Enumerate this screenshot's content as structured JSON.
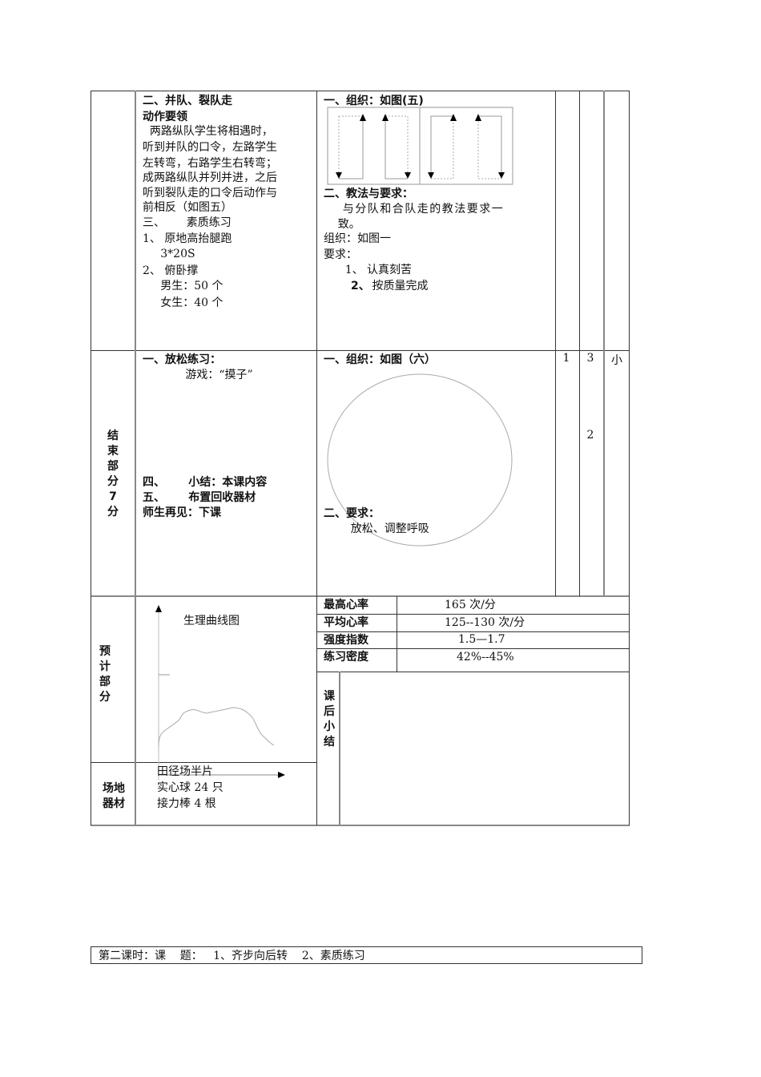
{
  "section_walk": {
    "title": "二、并队、裂队走",
    "subtitle": "动作要领",
    "paragraph_lines": [
      "  两路纵队学生将相遇时，",
      "听到并队的口令，左路学生",
      "左转弯，右路学生右转弯；",
      "成两路纵队并列并进，之后",
      "听到裂队走的口令后动作与",
      "前相反（如图五）"
    ],
    "item3_label": "三、      素质练习",
    "item3_1": "1、 原地高抬腿跑",
    "item3_1_detail": "     3*20S",
    "item3_2": "2、 俯卧撑",
    "item3_2_male": "     男生：50 个",
    "item3_2_female": "     女生：40 个"
  },
  "org_walk": {
    "title": "一、组织：如图(五)",
    "method_title": "二、教法与要求：",
    "method_line1": "    与分队和合队走的教法要求一",
    "method_line2": "    致。",
    "org_line": "组织：如图一",
    "req_line": "要求：",
    "req_1": "      1、 认真刻苦",
    "req_2_num": "2、",
    "req_2_text": " 按质量完成"
  },
  "ending": {
    "section_label": [
      "结",
      "束",
      "部",
      "分",
      "7",
      "分"
    ],
    "relax_title": "一、放松练习：",
    "relax_game": "            游戏：“摸子”",
    "item4": "四、      小结：本课内容",
    "item5": "五、      布置回收器材",
    "farewell": "师生再见：下课",
    "org_title": "一、组织：如图（六）",
    "req_title": "二、要求：",
    "req_text": "    放松、调整呼吸",
    "col_times": "1",
    "col_minutes_top": "3",
    "col_minutes_bottom": "2",
    "col_intensity": "小"
  },
  "forecast": {
    "section_label": [
      "预",
      "计",
      "部",
      "分"
    ],
    "chart_title": "生理曲线图",
    "stats": [
      {
        "label": "最高心率",
        "value": "165 次/分"
      },
      {
        "label": "平均心率",
        "value": "125--130 次/分"
      },
      {
        "label": "强度指数",
        "value": "1.5—1.7"
      },
      {
        "label": "练习密度",
        "value": "42%--45%"
      }
    ],
    "review_label": [
      "课",
      "后",
      "小",
      "结"
    ]
  },
  "venue": {
    "section_label_lines": [
      "场地",
      "器材"
    ],
    "items": [
      "田径场半片",
      "实心球 24 只",
      "接力棒 4 根"
    ]
  },
  "footer": {
    "text": "第二课时：课    题：   1、齐步向后转    2、素质练习"
  }
}
